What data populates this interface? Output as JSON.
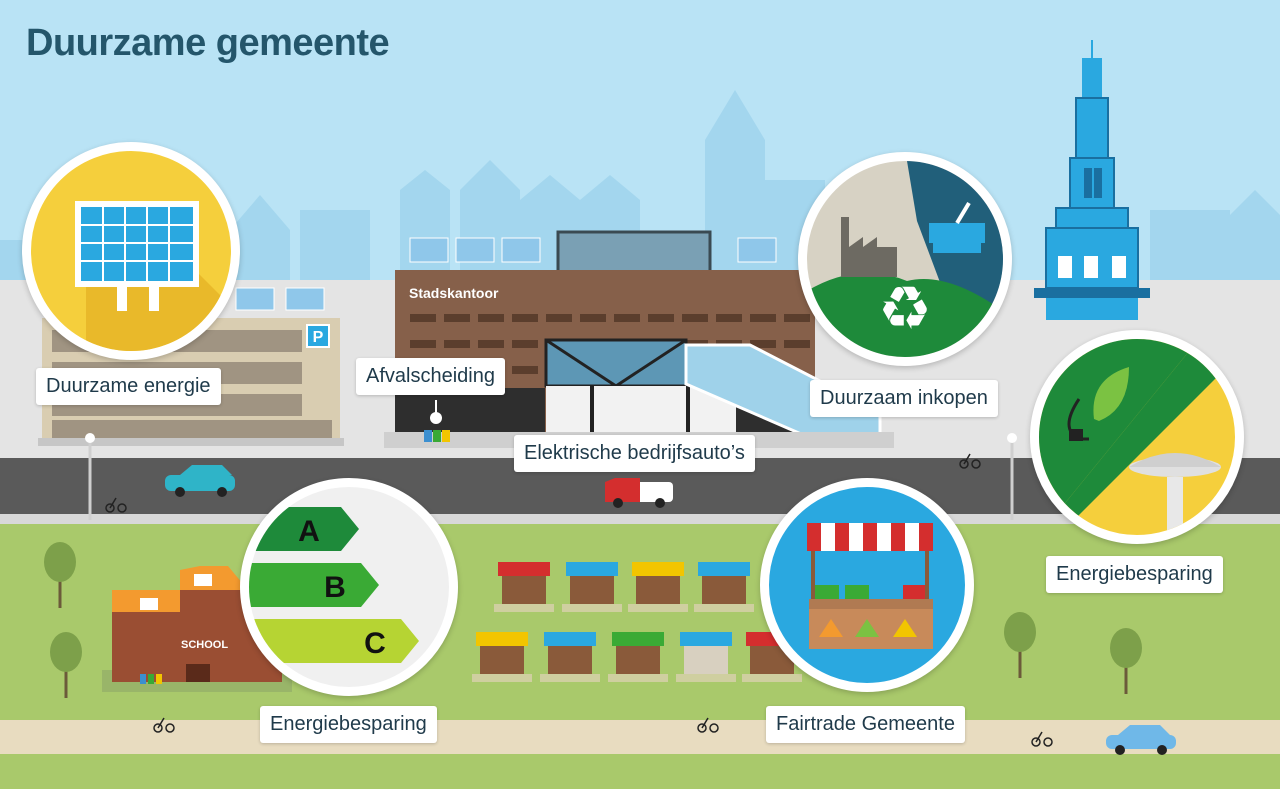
{
  "title": "Duurzame gemeente",
  "labels": {
    "duurzame_energie": "Duurzame energie",
    "afvalscheiding": "Afvalscheiding",
    "elektrische_autos": "Elektrische bedrijfsauto’s",
    "duurzaam_inkopen": "Duurzaam inkopen",
    "energiebesparing_right": "Energiebesparing",
    "energiebesparing_left": "Energiebesparing",
    "fairtrade": "Fairtrade Gemeente"
  },
  "signs": {
    "stadskantoor": "Stadskantoor",
    "school": "SCHOOL",
    "parking": "P"
  },
  "energy_label": {
    "classes": [
      "A",
      "B",
      "C"
    ],
    "colors": [
      "#1e8a3a",
      "#3aaa35",
      "#b6d433"
    ]
  },
  "colors": {
    "sky": "#b9e3f5",
    "skyline": "#a3d6ee",
    "grass": "#a9c96b",
    "road": "#5a5a5a",
    "accent_blue": "#2aa8e0",
    "title": "#24566b"
  },
  "icons": [
    "solar-panel-icon",
    "factory-icon",
    "basket-icon",
    "recycle-icon",
    "plug-leaf-icon",
    "street-lamp-icon",
    "market-stall-icon",
    "bicycle-icon",
    "car-icon"
  ]
}
